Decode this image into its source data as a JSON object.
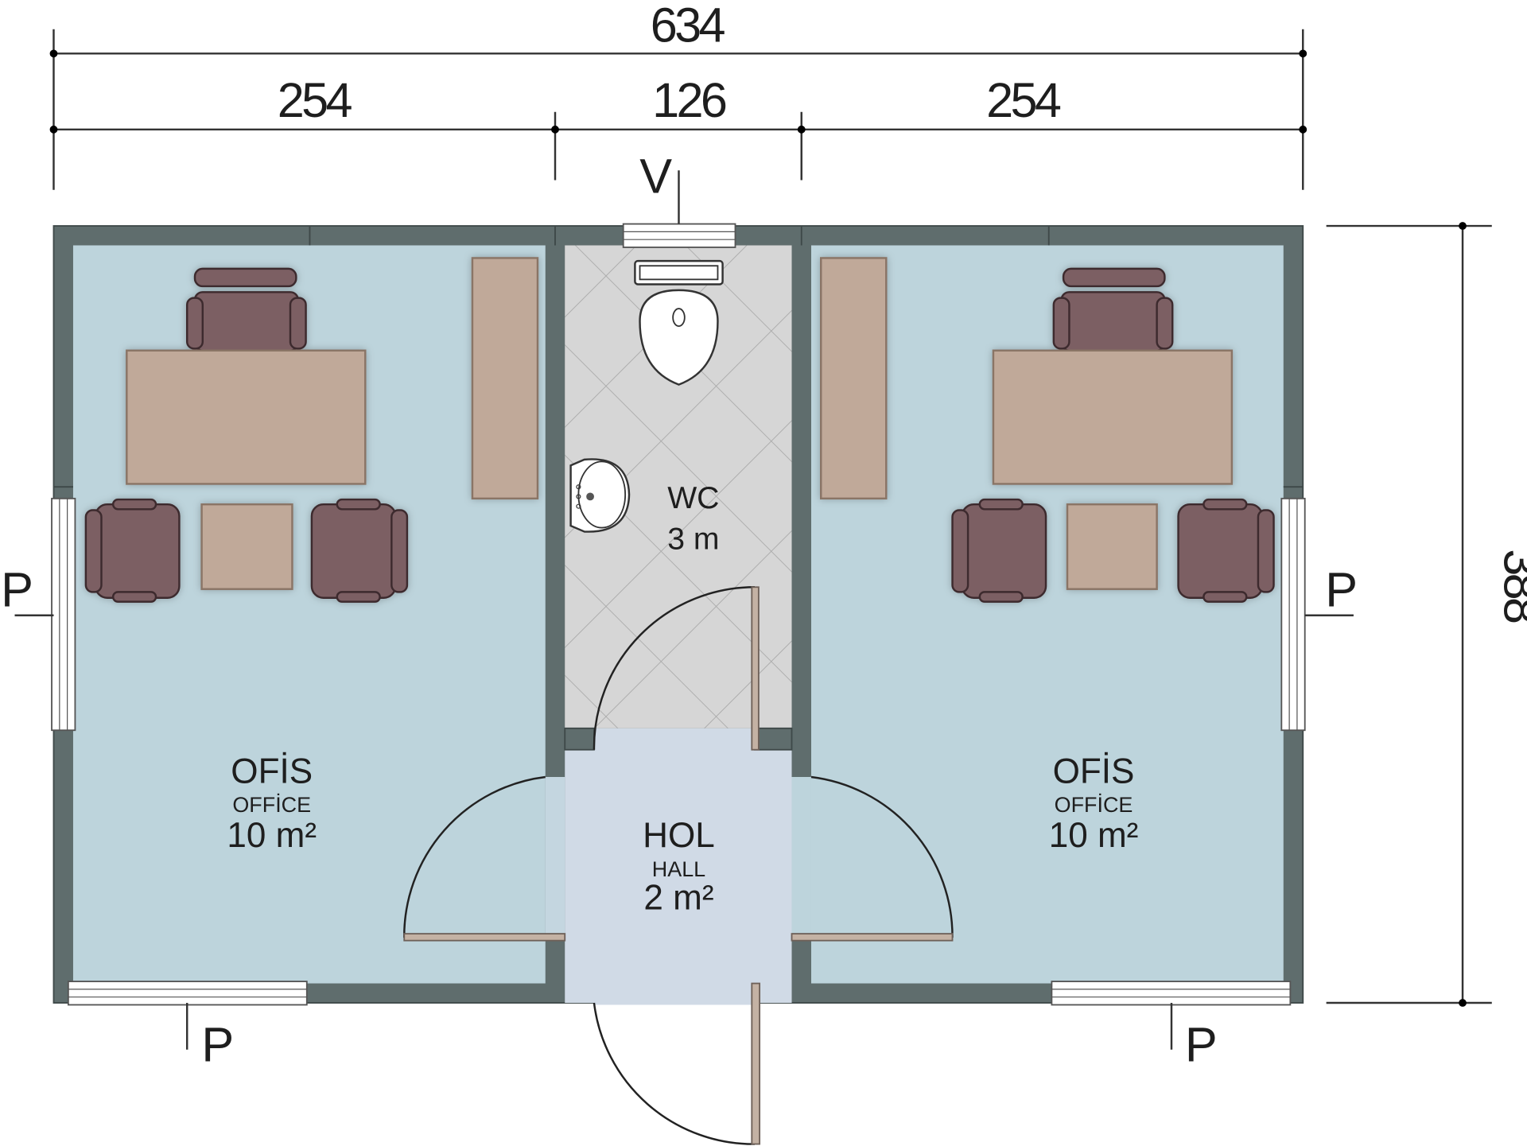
{
  "dimensions": {
    "total_width": "634",
    "left_office_width": "254",
    "center_width": "126",
    "right_office_width": "254",
    "depth": "388"
  },
  "window_labels": {
    "top": "V",
    "left": "P",
    "right": "P",
    "bottom_left": "P",
    "bottom_right": "P"
  },
  "rooms": {
    "left_office": {
      "name": "OFİS",
      "name_en": "OFFİCE",
      "area": "10 m²"
    },
    "right_office": {
      "name": "OFİS",
      "name_en": "OFFİCE",
      "area": "10 m²"
    },
    "wc": {
      "name": "WC",
      "area": "3 m"
    },
    "hall": {
      "name": "HOL",
      "name_en": "HALL",
      "area": "2 m²"
    }
  },
  "colors": {
    "wall": "#5f6d6d",
    "office_floor": "#bdd4dc",
    "wc_floor": "#d6d6d6",
    "hall_floor": "#d0dae6",
    "furniture": "#c0a999",
    "chair": "#7b5f63"
  }
}
